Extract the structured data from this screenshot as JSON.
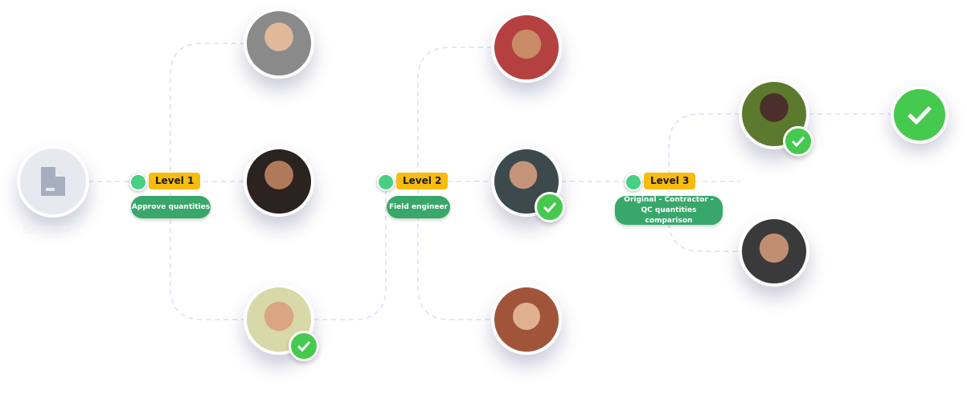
{
  "initiation": {
    "label": "INITIATION",
    "icon": "document-icon"
  },
  "levels": [
    {
      "badge": "Level 1",
      "task": "Approve quantities"
    },
    {
      "badge": "Level 2",
      "task": "Field engineer"
    },
    {
      "badge": "Level 3",
      "task": "Original - Contractor - QC quantities comparison"
    }
  ],
  "colors": {
    "badge": "#f8bb10",
    "pill": "#38a76a",
    "dot": "#47cf82",
    "check": "#45c94e"
  }
}
